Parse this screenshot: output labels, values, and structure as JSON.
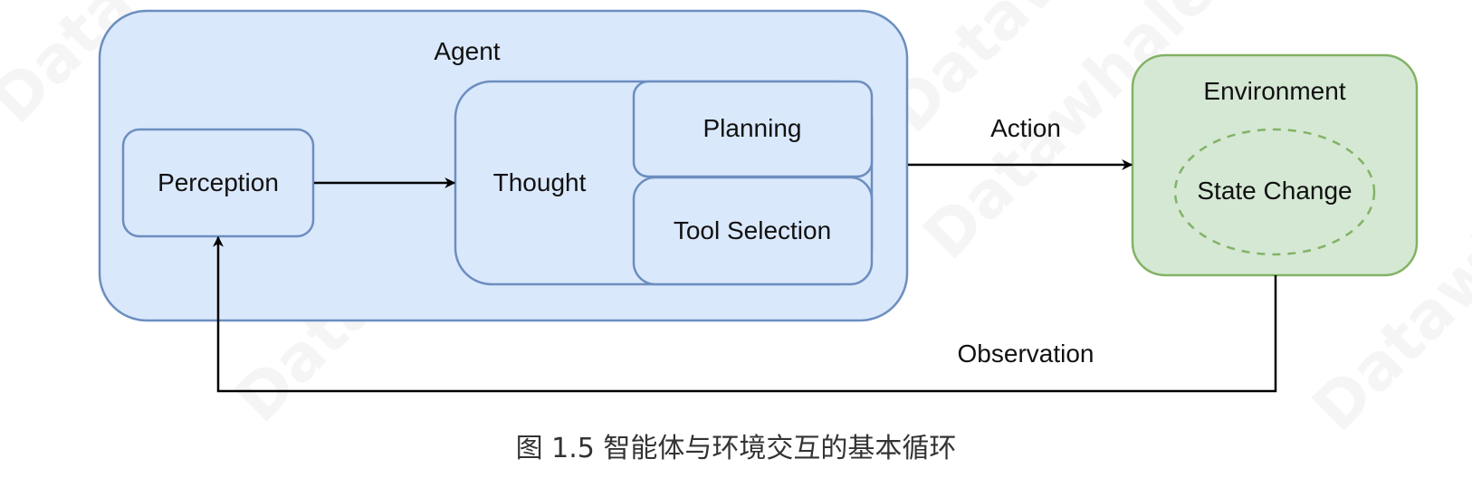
{
  "diagram": {
    "agent": {
      "label": "Agent"
    },
    "perception": {
      "label": "Perception"
    },
    "thought": {
      "label": "Thought"
    },
    "planning": {
      "label": "Planning"
    },
    "tool_selection": {
      "label": "Tool Selection"
    },
    "environment": {
      "label": "Environment"
    },
    "state_change": {
      "label": "State Change"
    },
    "edges": {
      "action": {
        "label": "Action"
      },
      "observation": {
        "label": "Observation"
      }
    },
    "colors": {
      "agent_fill": "#dae8fc",
      "agent_stroke": "#6c8ebf",
      "env_fill": "#d5e8d4",
      "env_stroke": "#82b366",
      "edge": "#000000"
    }
  },
  "caption": "图 1.5 智能体与环境交互的基本循环",
  "watermark": "Datawhale"
}
